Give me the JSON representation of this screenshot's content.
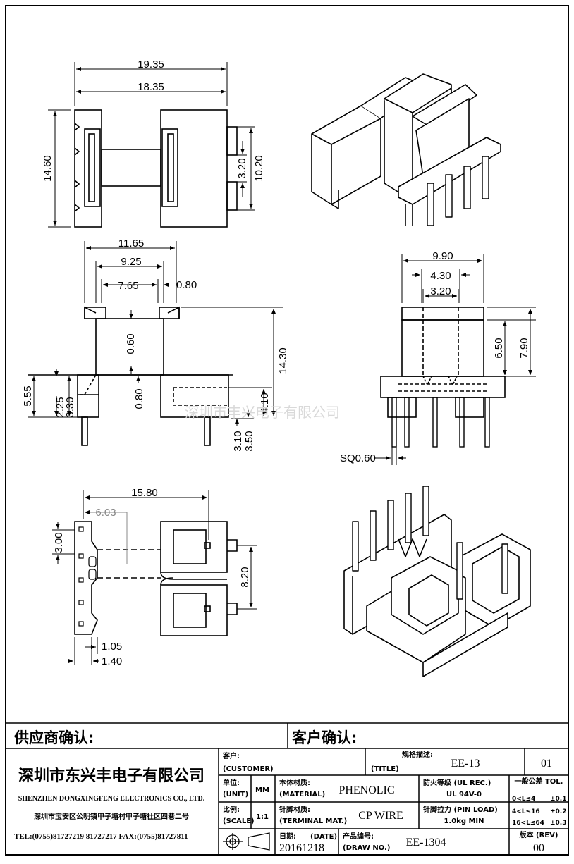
{
  "drawing": {
    "dims": {
      "top_overall": "19.35",
      "top_inner": "18.35",
      "top_height": "14.60",
      "top_pin_pitch": "3.20",
      "top_pin_span": "10.20",
      "front_w1": "11.65",
      "front_w2": "9.25",
      "front_w3": "7.65",
      "front_wall": "0.80",
      "front_h1": "0.60",
      "front_h2": "0.80",
      "front_total_h": "14.30",
      "front_h3": "5.55",
      "front_h4": "2.25",
      "front_h5": "3.30",
      "front_h6": "3.10",
      "front_h7": "3.50",
      "front_h8": "4.10",
      "side_w": "9.90",
      "side_w2": "4.30",
      "side_w3": "3.20",
      "side_h1": "6.50",
      "side_h2": "7.90",
      "pin_sq": "SQ0.60",
      "bottom_w": "15.80",
      "bottom_ref": "6.03",
      "bottom_pitch": "3.00",
      "bottom_span": "8.20",
      "bottom_t1": "1.05",
      "bottom_t2": "1.40"
    },
    "watermark": "深圳市丰兴电子有限公司"
  },
  "title_block": {
    "supplier_confirm": "供应商确认:",
    "customer_confirm": "客户确认:",
    "company_cn": "深圳市东兴丰电子有限公司",
    "company_en": "SHENZHEN DONGXINGFENG ELECTRONICS CO., LTD.",
    "address": "深圳市宝安区公明镇甲子塘村甲子塘社区四巷二号",
    "contact": "TEL:(0755)81727219  81727217    FAX:(0755)81727811",
    "customer_cn": "客户:",
    "customer_en": "(CUSTOMER)",
    "title_cn": "规格描述:",
    "title_en": "(TITLE)",
    "title_value": "EE-13",
    "sheet_no": "01",
    "unit_cn": "单位:",
    "unit_en": "(UNIT)",
    "unit_value": "MM",
    "material_cn": "本体材质:",
    "material_en": "(MATERIAL)",
    "material_value": "PHENOLIC",
    "flame_cn": "防火等级 (UL REC.)",
    "flame_value": "UL 94V-0",
    "tol_title": "一般公差 TOL.",
    "tol_row1_range": "0<L≤4",
    "tol_row1_val": "±0.1",
    "tol_row2_range": "4<L≤16",
    "tol_row2_val": "±0.2",
    "tol_row3_range": "16<L≤64",
    "tol_row3_val": "±0.3",
    "scale_cn": "比例:",
    "scale_en": "(SCALE)",
    "scale_value": "1:1",
    "terminal_cn": "针脚材质:",
    "terminal_en": "(TERMINAL MAT.)",
    "terminal_value": "CP WIRE",
    "pinload_cn": "针脚拉力 (PIN LOAD)",
    "pinload_value": "1.0kg MIN",
    "date_cn": "日期:",
    "date_en": "(DATE)",
    "date_value": "20161218",
    "drawno_cn": "产品编号:",
    "drawno_en": "(DRAW NO.)",
    "drawno_value": "EE-1304",
    "rev_cn": "版本 (REV)",
    "rev_value": "00"
  }
}
